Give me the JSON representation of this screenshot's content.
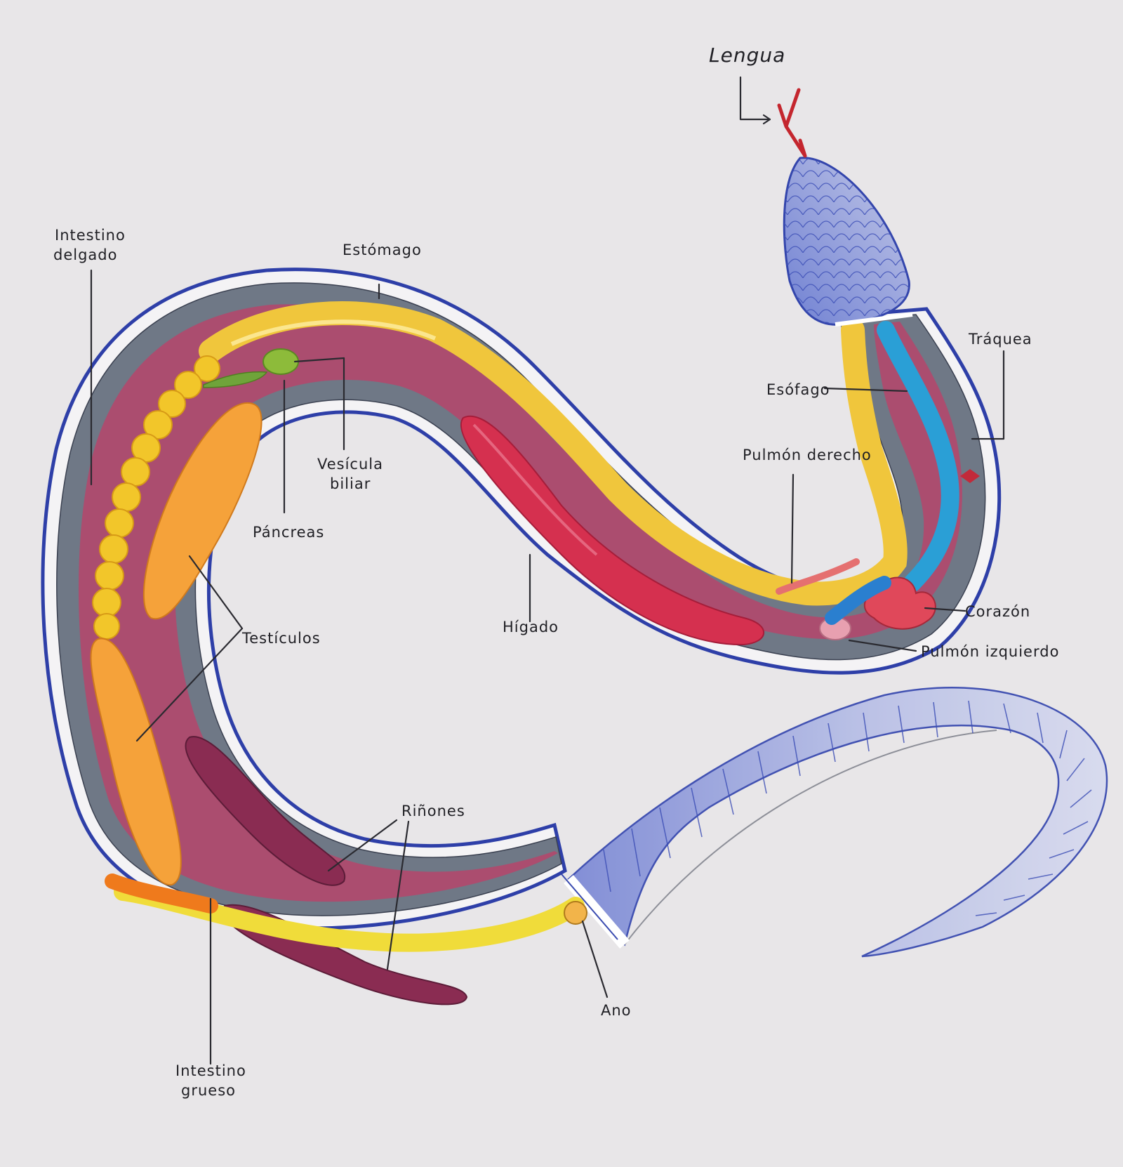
{
  "labels": {
    "lengua": "Lengua",
    "intestino_delgado_1": "Intestino",
    "intestino_delgado_2": "delgado",
    "estomago": "Estómago",
    "traquea": "Tráquea",
    "esofago": "Esófago",
    "vesicula_1": "Vesícula",
    "vesicula_2": "biliar",
    "pancreas": "Páncreas",
    "pulmon_derecho": "Pulmón derecho",
    "testiculos": "Testículos",
    "higado": "Hígado",
    "corazon": "Corazón",
    "pulmon_izquierdo": "Pulmón izquierdo",
    "rinones": "Riñones",
    "ano": "Ano",
    "intestino_grueso_1": "Intestino",
    "intestino_grueso_2": "grueso"
  },
  "colors": {
    "paper": "#e8e6e8",
    "outline": "#2e3fa8",
    "body_wall": "#6f7886",
    "cavity": "#b04a6e",
    "stomach": "#f0c63c",
    "small_intestine": "#f2c62a",
    "liver": "#d5304f",
    "testes": "#f5a23a",
    "kidneys": "#8a2c52",
    "trachea": "#2a9fd6",
    "heart": "#e0485a",
    "gallbladder": "#8dbb3a",
    "scales": "#6d7fd0",
    "tongue": "#c4262e"
  }
}
